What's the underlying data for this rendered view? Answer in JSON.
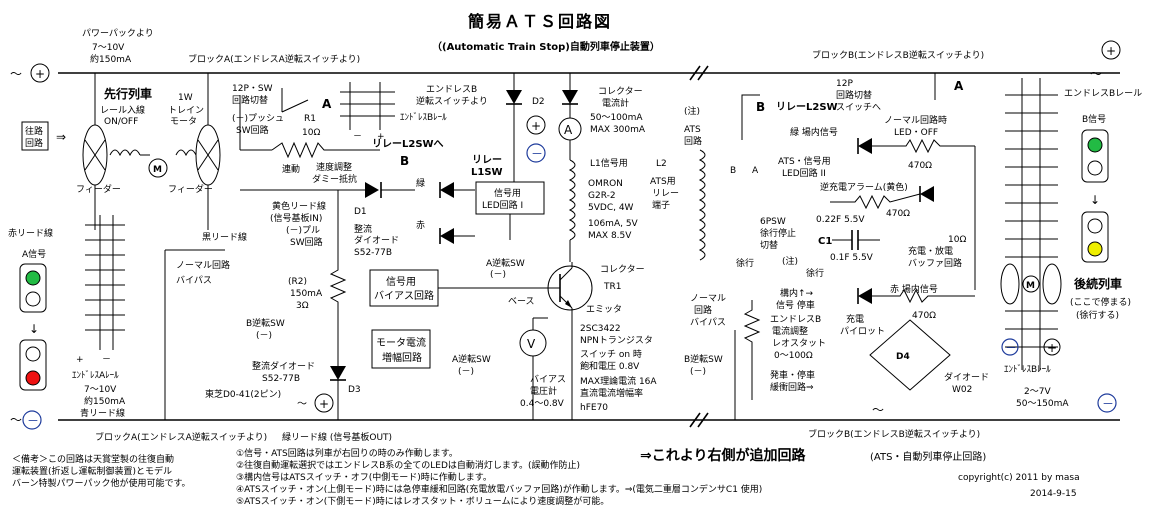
{
  "title": "簡易ＡＴＳ回路図",
  "subtitle": "（(Automatic Train Stop)自動列車停止装置）",
  "labels": {
    "power_pack": "パワーパックより",
    "power_spec1": "7～10V",
    "power_spec2": "約150mA",
    "block_a_top": "ブロックA(エンドレスA逆転スイッチより)",
    "block_b_top": "ブロックB(エンドレスB逆転スイッチより)",
    "block_a_bottom": "ブロックA(エンドレスA逆転スイッチより)",
    "block_b_bottom": "ブロックB(エンドレスB逆転スイッチより)",
    "preceding_train": "先行列車",
    "rail_in": "レール入線",
    "onoff": "ON/OFF",
    "w1": "1W",
    "train": "トレイン",
    "motor": "モータ",
    "filter_l": "フィーダー",
    "filter_r": "フィーダー",
    "return_circuit": "往路",
    "return_circuit2": "回路",
    "red_lead": "赤リード線",
    "a_signal": "A信号",
    "black_lead": "黒リード線",
    "normal_bypass1": "ノーマル回路",
    "normal_bypass2": "バイパス",
    "endless_a_rail": "ｴﾝﾄﾞﾚｽAﾚｰﾙ",
    "spec_a1": "7～10V",
    "spec_a2": "約150mA",
    "blue_lead": "青リード線",
    "sw12p": "12P・SW",
    "sw12p_2": "回路切替",
    "push_sw1": "(－)プッシュ",
    "push_sw2": "SW回路",
    "r1": "R1",
    "r1v": "10Ω",
    "a_label": "A",
    "endless_b_rail": "ｴﾝﾄﾞﾚｽBﾚｰﾙ",
    "endless_b_sw1": "エンドレスB",
    "endless_b_sw2": "逆転スイッチより",
    "relay_l2sw_to": "リレーL2SWへ",
    "b_label": "B",
    "linked": "連動",
    "speed_adj1": "速度調整",
    "speed_adj2": "ダミー抵抗",
    "yellow_lead1": "黄色リード線",
    "yellow_lead2": "(信号基板IN)",
    "minus_pull1": "(－)プル",
    "minus_pull2": "SW回路",
    "d1": "D1",
    "rect_diode1": "整流",
    "rect_diode2": "ダイオード",
    "rect_diode3": "S52-77B",
    "r2": "(R2)",
    "r2v1": "150mA",
    "r2v2": "3Ω",
    "b_rev_sw": "B逆転SW",
    "minus": "(－)",
    "rect_diode_d3_1": "整流ダイオード",
    "rect_diode_d3_2": "S52-77B",
    "toshiba": "東芝D0-41(2ピン)",
    "d3": "D3",
    "green_lead": "緑リード線 (信号基板OUT)",
    "green": "緑",
    "red": "赤",
    "relay_l1sw1": "リレー",
    "relay_l1sw2": "L1SW",
    "sig_led1": "信号用",
    "sig_led2": "LED回路 I",
    "a_rev_sw": "A逆転SW",
    "sig_bias1": "信号用",
    "sig_bias2": "バイアス回路",
    "motor_amp1": "モータ電流",
    "motor_amp2": "増幅回路",
    "d2": "D2",
    "collector_meter1": "コレクター",
    "collector_meter2": "電流計",
    "collector_meter3": "50～100mA",
    "collector_meter4": "MAX 300mA",
    "note": "(注)",
    "ats1": "ATS",
    "ats2": "回路",
    "l1_signal": "L1信号用",
    "l2": "L2",
    "omron1": "OMRON",
    "omron2": "G2R-2",
    "omron3": "5VDC, 4W",
    "relay_spec1": "106mA, 5V",
    "relay_spec2": "MAX  8.5V",
    "ats_relay1": "ATS用",
    "ats_relay2": "リレー",
    "ats_relay3": "端子",
    "collector": "コレクター",
    "tr1": "TR1",
    "base": "ベース",
    "emitter": "エミッタ",
    "tr_type1": "2SC3422",
    "tr_type2": "NPNトランジスタ",
    "tr_type3": "スイッチ  on  時",
    "tr_type4": "飽和電圧  0.8V",
    "tr_type5": "MAX理論電流  16A",
    "tr_type6": "直流電流増幅率",
    "tr_type7": "hFE70",
    "bias_meter1": "バイアス",
    "bias_meter2": "電圧計",
    "bias_meter3": "0.4～0.8V",
    "a_rev_sw2": "A逆転SW",
    "normal_circuit1": "ノーマル",
    "normal_circuit2": "回路",
    "normal_circuit3": "バイパス",
    "b_rev_sw2": "B逆転SW",
    "relay_l2sw": "リレーL2SW",
    "b_label2": "B",
    "sw12p_r1": "12P",
    "sw12p_r2": "回路切替",
    "sw12p_r3": "スイッチへ",
    "a_label2": "A",
    "green_station": "緑  場内信号",
    "normal_led1": "ノーマル回路時",
    "normal_led2": "LED・OFF",
    "r470_1": "470Ω",
    "ats_sig_led1": "ATS・信号用",
    "ats_sig_led2": "LED回路 II",
    "b_lbl": "B",
    "a_lbl": "A",
    "reverse_alarm": "逆充電アラーム(黄色)",
    "r470_2": "470Ω",
    "sw6p1": "6PSW",
    "sw6p2": "徐行停止",
    "sw6p3": "切替",
    "cap1": "0.22F 5.5V",
    "c1": "C1",
    "cap2": "0.1F 5.5V",
    "r10": "10Ω",
    "charge_buffer1": "充電・放電",
    "charge_buffer2": "バッファ回路",
    "slow": "徐行",
    "slow2": "徐行",
    "note2": "(注)",
    "in_sig1": "構内↑→",
    "in_sig2": "信号 停車",
    "red_station": "赤  場内信号",
    "charge_pilot1": "充電",
    "charge_pilot2": "パイロット",
    "r470_3": "470Ω",
    "d4": "D4",
    "endless_b_curr1": "エンドレスB",
    "endless_b_curr2": "電流調整",
    "endless_b_curr3": "レオスタット",
    "endless_b_curr4": "0～100Ω",
    "start_stop1": "発車・停車",
    "start_stop2": "緩衝回路⇒",
    "diode_w02_1": "ダイオード",
    "diode_w02_2": "W02",
    "endless_b_rail2": "エンドレスBレール",
    "b_signal": "B信号",
    "following_train": "後続列車",
    "following_note1": "(ここで停まる)",
    "following_note2": "(徐行する)",
    "endless_b_rail3": "ｴﾝﾄﾞﾚｽBﾚｰﾙ",
    "spec_b1": "2～7V",
    "spec_b2": "50～150mA",
    "tilde": "～",
    "plus": "+",
    "minus_sym": "－",
    "arrow_right": "⇒",
    "m": "M"
  },
  "notes": {
    "remark1": "＜備考＞この回路は天賞堂製の往復自動",
    "remark2": "運転装置(折返し運転制御装置)とモデル",
    "remark3": "バーン特製パワーパック他が使用可能です。",
    "n1": "①信号・ATS回路は列車が右回りの時のみ作動します。",
    "n2": "②往復自動運転選択ではエンドレスB系の全てのLEDは自動消灯します。(誤動作防止)",
    "n3": "③構内信号はATSスイッチ・オフ(中側モード)時に作動します。",
    "n4": "④ATSスイッチ・オン(上側モード)時には急停車緩和回路(充電放電バッファ回路)が作動します。⇒(電気二重層コンデンサC1 使用)",
    "n5": "⑤ATSスイッチ・オン(下側モード)時にはレオスタット・ボリュームにより速度調整が可能。",
    "added": "⇒これより右側が追加回路",
    "added2": "(ATS・自動列車停止回路)",
    "copyright": "copyright(c)  2011  by  masa",
    "date": "2014-9-15"
  },
  "colors": {
    "green_led": "#22bb44",
    "red_led": "#ee1111",
    "yellow_led": "#eeee00",
    "blue_circle": "#1f3c9c"
  }
}
